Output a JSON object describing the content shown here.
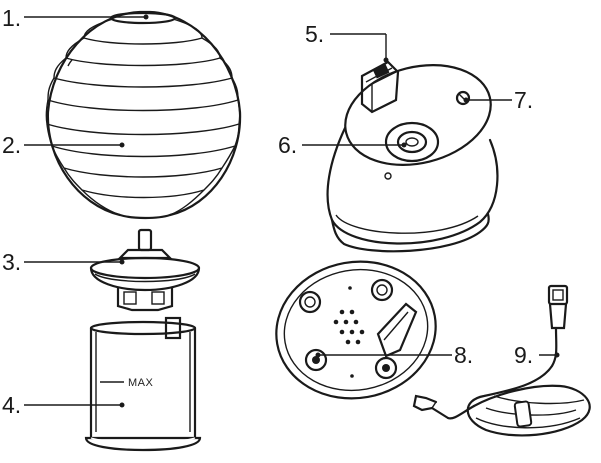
{
  "labels": {
    "l1": "1.",
    "l2": "2.",
    "l3": "3.",
    "l4": "4.",
    "l5": "5.",
    "l6": "6.",
    "l7": "7.",
    "l8": "8.",
    "l9": "9."
  },
  "tank_marking": "MAX"
}
